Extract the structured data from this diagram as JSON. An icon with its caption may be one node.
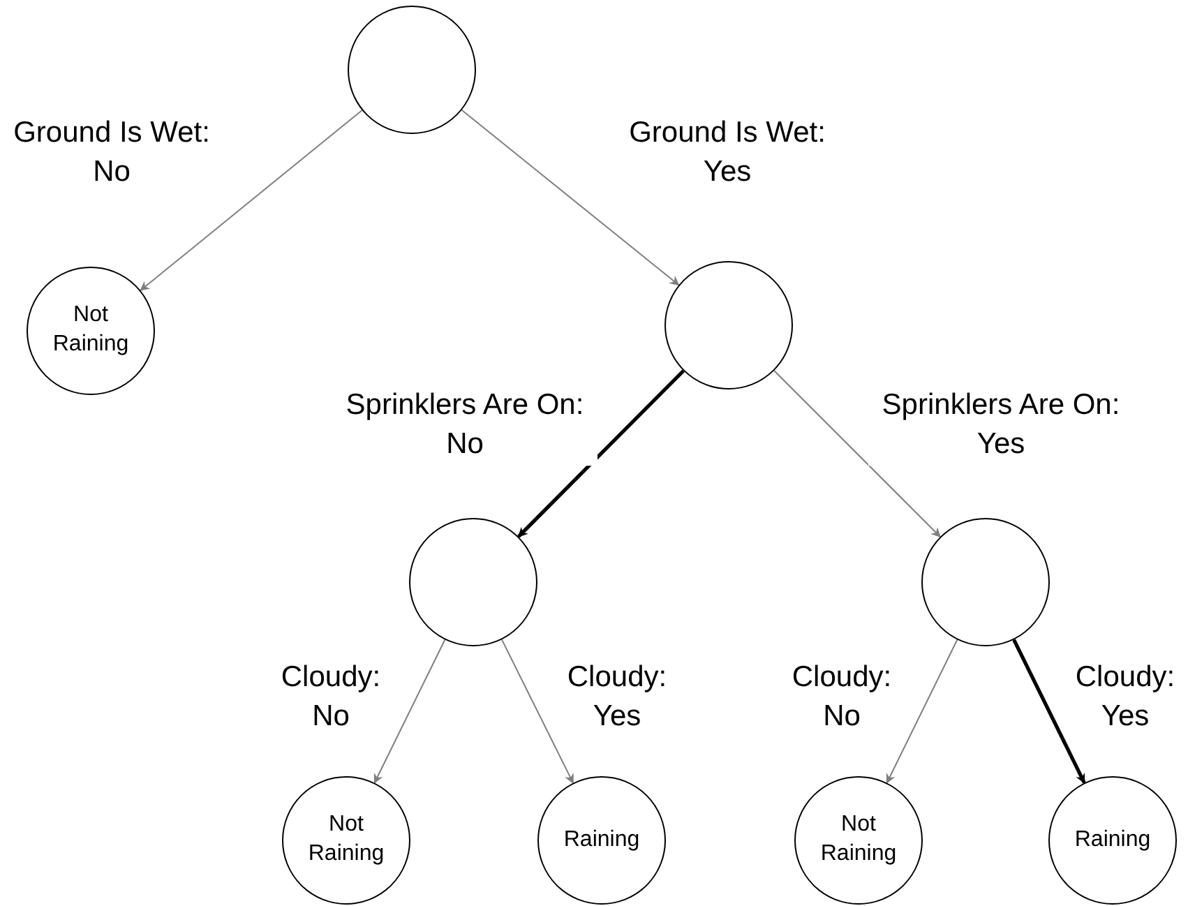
{
  "diagram": {
    "nodes": [
      {
        "text": [],
        "shape": "circle"
      },
      {
        "text": [
          "Not Raining"
        ]
      },
      {
        "text": [],
        "shape": "circle"
      },
      {
        "text": [],
        "shape": "circle"
      },
      {
        "text": [],
        "shape": "circle"
      },
      {
        "text": [
          "Not Raining"
        ]
      },
      {
        "text": [
          "Raining"
        ]
      },
      {
        "text": [
          "Not Raining"
        ]
      },
      {
        "text": [
          "Raining"
        ]
      }
    ],
    "edges": [
      {
        "from": 0,
        "to": 1,
        "arrow": "to",
        "label": "Ground Is Wet: No"
      },
      {
        "from": 0,
        "to": 2,
        "arrow": "to",
        "label": "Ground Is Wet: Yes"
      },
      {
        "from": 2,
        "to": 3,
        "arrow": "to",
        "label": "Sprinklers Are On: No",
        "style": "thick",
        "color": "#000000"
      },
      {
        "from": 2,
        "to": 4,
        "arrow": "to",
        "label": "Sprinklers Are On: Yes"
      },
      {
        "from": 3,
        "to": 5,
        "arrow": "to",
        "label": "Cloudy: No"
      },
      {
        "from": 3,
        "to": 6,
        "arrow": "to",
        "label": "Cloudy: Yes"
      },
      {
        "from": 4,
        "to": 7,
        "arrow": "to",
        "label": "Cloudy: No"
      },
      {
        "from": 4,
        "to": 8,
        "arrow": "to",
        "label": "Cloudy: Yes",
        "style": "thick",
        "color": "#000000"
      }
    ]
  }
}
